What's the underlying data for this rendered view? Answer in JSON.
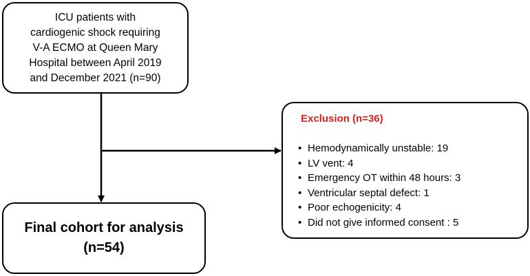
{
  "start_box": {
    "lines": [
      "ICU patients with",
      "cardiogenic shock requiring",
      "V-A ECMO at Queen Mary",
      "Hospital between April 2019",
      "and December 2021 (n=90)"
    ]
  },
  "exclusion_box": {
    "title": "Exclusion (n=36)",
    "title_color": "#e0201c",
    "items": [
      "Hemodynamically unstable: 19",
      "LV vent: 4",
      "Emergency OT within 48 hours: 3",
      "Ventricular septal defect: 1",
      "Poor echogenicity: 4",
      "Did not give informed consent : 5"
    ]
  },
  "final_box": {
    "line1": "Final cohort for analysis",
    "line2": "(n=54)"
  }
}
